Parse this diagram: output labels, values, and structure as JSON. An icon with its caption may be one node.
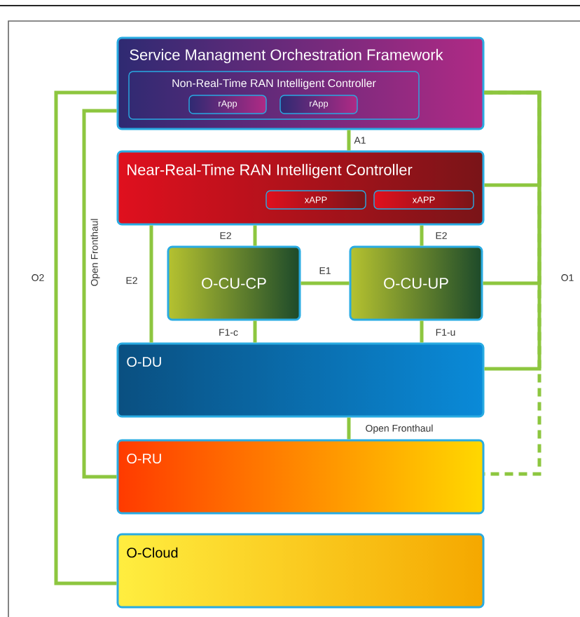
{
  "diagram": {
    "nodes": [
      {
        "text": [
          "Service Managment Orchestration Framework"
        ]
      },
      {
        "text": [
          "Non-Real-Time RAN Intelligent Controller"
        ],
        "in": 0
      },
      {
        "text": [
          "rApp"
        ],
        "in": 1
      },
      {
        "text": [
          "rApp"
        ],
        "in": 1
      },
      {
        "text": [
          "Near-Real-Time RAN Intelligent Controller"
        ]
      },
      {
        "text": [
          "xAPP"
        ],
        "in": 4
      },
      {
        "text": [
          "xAPP"
        ],
        "in": 4
      },
      {
        "text": [
          "O-CU-CP"
        ]
      },
      {
        "text": [
          "O-CU-UP"
        ]
      },
      {
        "text": [
          "O-DU"
        ]
      },
      {
        "text": [
          "O-RU"
        ]
      },
      {
        "text": [
          "O-Cloud"
        ]
      }
    ],
    "edges": [
      {
        "from": 0,
        "to": 4,
        "arrow": "none",
        "label": "A1"
      },
      {
        "from": 4,
        "to": 7,
        "arrow": "none",
        "label": "E2"
      },
      {
        "from": 4,
        "to": 8,
        "arrow": "none",
        "label": "E2"
      },
      {
        "from": 4,
        "to": 9,
        "arrow": "none",
        "label": "E2"
      },
      {
        "from": 7,
        "to": 8,
        "arrow": "none",
        "label": "E1"
      },
      {
        "from": 7,
        "to": 9,
        "arrow": "none",
        "label": "F1-c"
      },
      {
        "from": 8,
        "to": 9,
        "arrow": "none",
        "label": "F1-u"
      },
      {
        "from": 9,
        "to": 10,
        "arrow": "none",
        "label": "Open Fronthaul"
      },
      {
        "from": 0,
        "to": 4,
        "arrow": "none"
      },
      {
        "from": 0,
        "to": 8,
        "arrow": "none",
        "label": "O1"
      },
      {
        "from": 0,
        "to": 9,
        "arrow": "none"
      },
      {
        "from": 0,
        "to": 10,
        "arrow": "none",
        "style": "dashed"
      },
      {
        "from": 0,
        "to": 11,
        "arrow": "none",
        "label": "O2"
      },
      {
        "from": 0,
        "to": 10,
        "arrow": "none",
        "label": "Open Fronthaul"
      }
    ]
  }
}
